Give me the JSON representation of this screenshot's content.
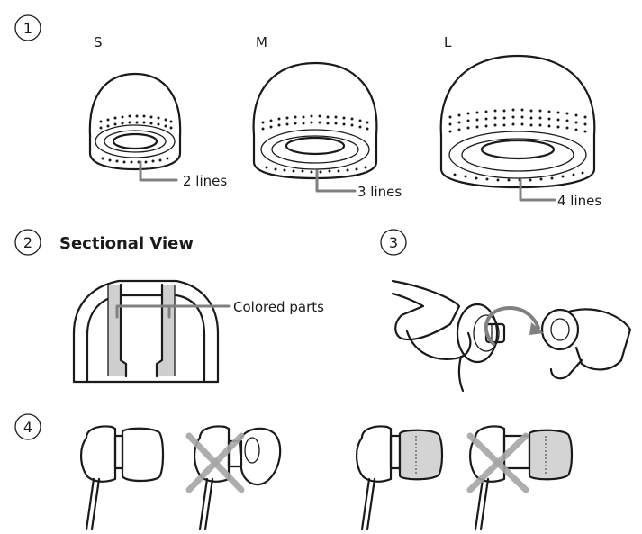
{
  "steps": [
    "1",
    "2",
    "3",
    "4"
  ],
  "sizes": {
    "small": "S",
    "medium": "M",
    "large": "L"
  },
  "callouts": {
    "small": "2 lines",
    "medium": "3 lines",
    "large": "4 lines",
    "colored_parts": "Colored parts"
  },
  "sectional_title": "Sectional View",
  "colors": {
    "line": "#1a1a1a",
    "leader": "#808080",
    "colored_part": "#cfcfcf",
    "cross_mark": "#a6a6a6"
  }
}
